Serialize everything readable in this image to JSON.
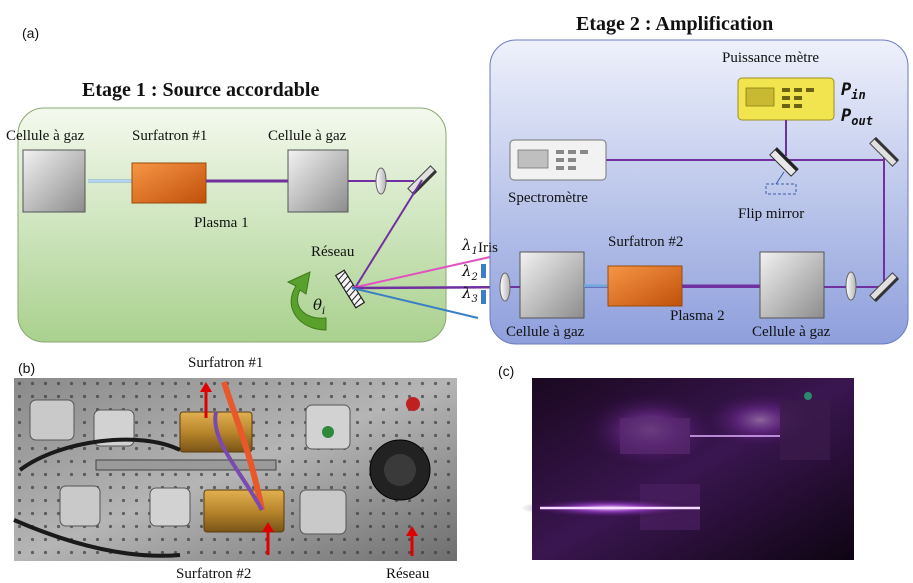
{
  "panels": {
    "a": {
      "letter": "(a)"
    },
    "b": {
      "letter": "(b)"
    },
    "c": {
      "letter": "(c)"
    }
  },
  "stage1": {
    "title": "Etage 1 : Source accordable",
    "gas_cell_left": "Cellule à gaz",
    "surfatron": "Surfatron #1",
    "gas_cell_right": "Cellule à gaz",
    "plasma": "Plasma 1",
    "grating": "Réseau",
    "theta": "θ",
    "theta_sub": "i"
  },
  "stage2": {
    "title": "Etage 2 : Amplification",
    "power_meter": "Puissance mètre",
    "p_in": "P",
    "p_in_sub": "in",
    "p_out": "P",
    "p_out_sub": "out",
    "spectrometer": "Spectromètre",
    "flip_mirror": "Flip mirror",
    "surfatron": "Surfatron #2",
    "gas_cell_left": "Cellule à gaz",
    "plasma": "Plasma 2",
    "gas_cell_right": "Cellule à gaz"
  },
  "beams": {
    "iris": "Iris",
    "lambda1": "λ",
    "lambda1_sub": "1",
    "lambda2": "λ",
    "lambda2_sub": "2",
    "lambda3": "λ",
    "lambda3_sub": "3"
  },
  "photo_b": {
    "label_top": "Surfatron #1",
    "label_bottom_left": "Surfatron #2",
    "label_bottom_right": "Réseau"
  },
  "colors": {
    "stage1_bg": "#c9e3b4",
    "stage2_bg": "#b4bfe6",
    "plasma_beam": "#7030a0",
    "surfatron": "#e46c0a",
    "lambda1_beam": "#e052c0",
    "lambda3_beam": "#3a7fc6",
    "power_meter": "#f2e44e"
  }
}
